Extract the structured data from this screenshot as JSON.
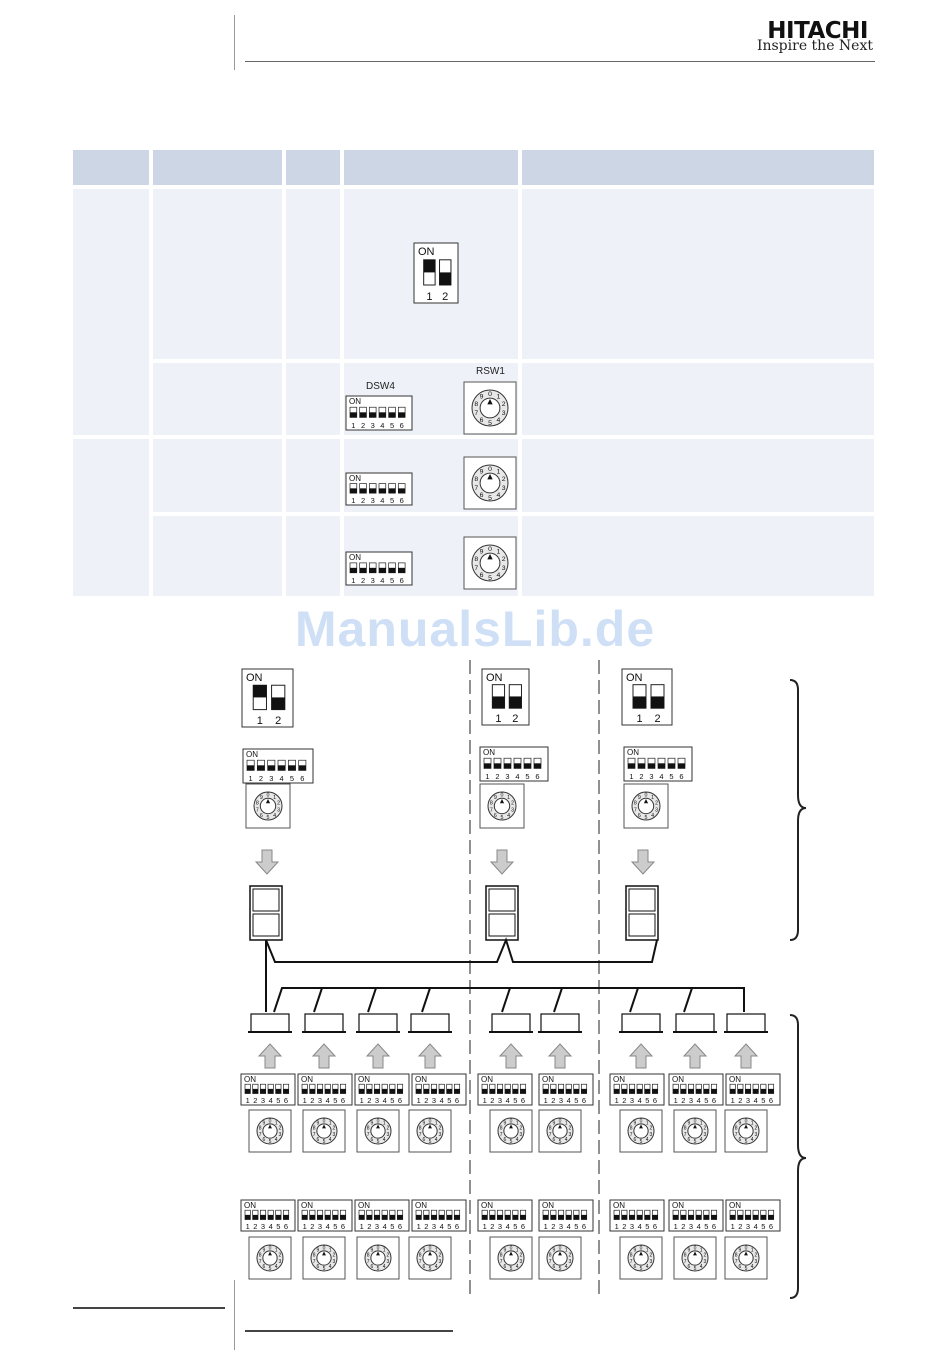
{
  "header": {
    "brand": "HITACHI",
    "tagline": "Inspire the Next"
  },
  "watermark": "ManualsLib.de",
  "table": {
    "switch_labels": {
      "dsw4": "DSW4",
      "rsw1": "RSW1"
    }
  },
  "switch_text": {
    "on": "ON",
    "dip2_numbers": [
      "1",
      "2"
    ],
    "dip6_numbers": [
      "1",
      "2",
      "3",
      "4",
      "5",
      "6"
    ],
    "rotary_digits": [
      "0",
      "1",
      "2",
      "3",
      "4",
      "5",
      "6",
      "7",
      "8",
      "9"
    ]
  }
}
